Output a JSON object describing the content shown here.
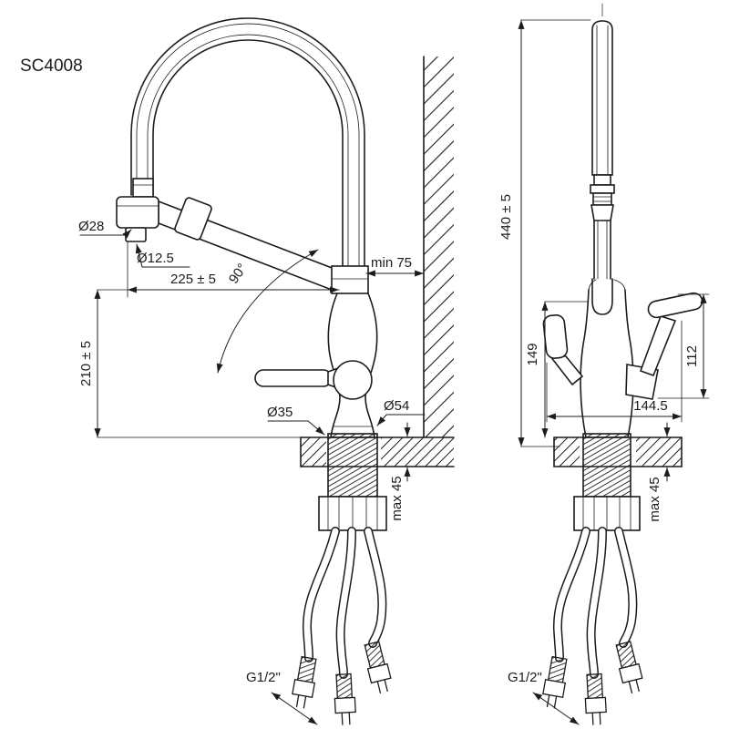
{
  "title": {
    "model": "SC4008"
  },
  "front_view": {
    "dims": {
      "head_diameter": "Ø28",
      "aerator_diameter": "Ø12.5",
      "spout_reach": "225 ± 5",
      "swivel_angle": "90°",
      "wall_clearance": "min 75",
      "spout_height": "210 ± 5",
      "mount_hole_diameter": "Ø35",
      "body_diameter": "Ø54",
      "deck_thickness": "max 45",
      "hose_thread": "G1/2\""
    }
  },
  "side_view": {
    "dims": {
      "total_height": "440 ± 5",
      "cradle_height": "149",
      "lever_length": "112",
      "overall_depth": "144.5",
      "deck_thickness": "max 45",
      "hose_thread": "G1/2\""
    }
  }
}
